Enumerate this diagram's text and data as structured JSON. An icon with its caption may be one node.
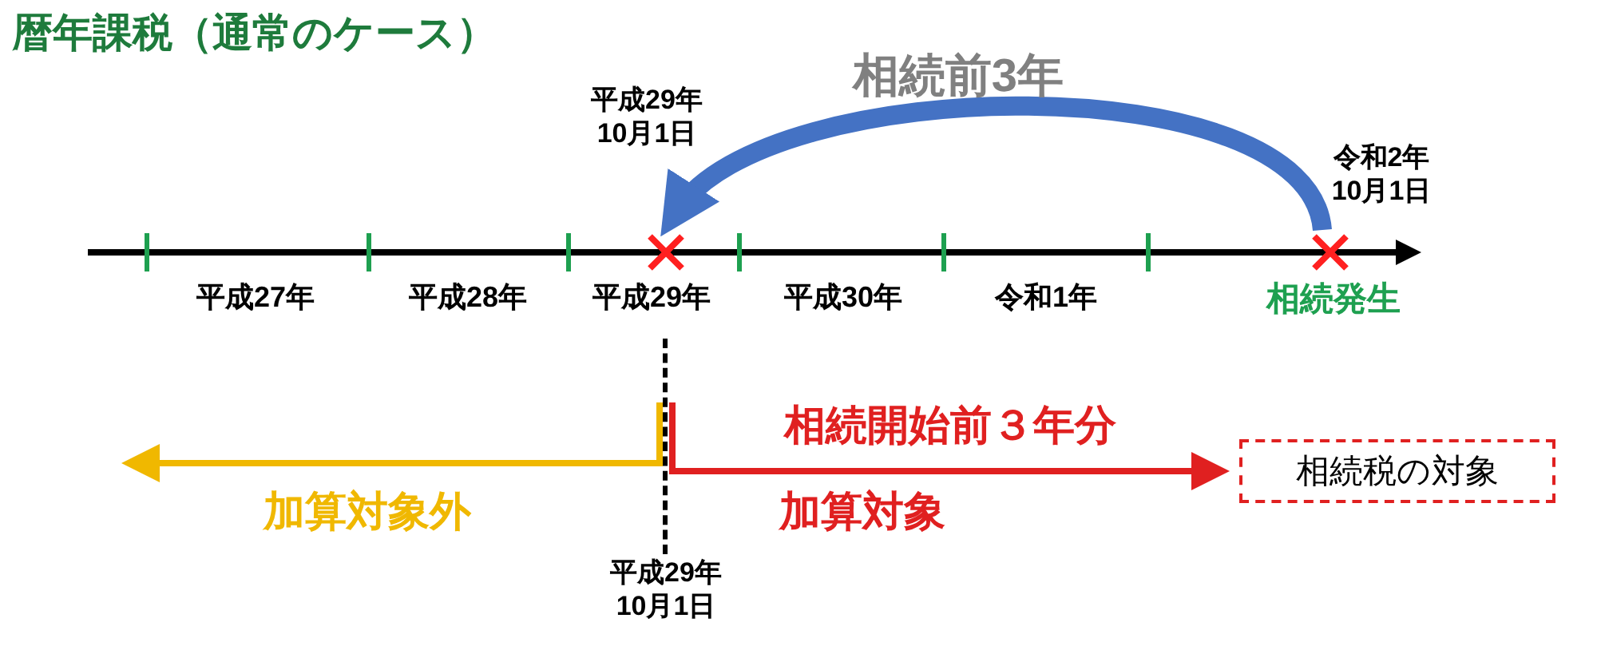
{
  "diagram": {
    "title": "暦年課税（通常のケース）",
    "nodes": [
      {
        "text": [],
        "shape": "cross",
        "beside": [
          "平成29年 10月1日"
        ]
      },
      {
        "text": [],
        "shape": "cross",
        "beside": [
          "令和2年 10月1日",
          "相続発生"
        ]
      },
      {
        "text": [],
        "shape": "line",
        "beside": [
          "平成29年 10月1日"
        ]
      },
      {
        "text": [
          "相続税の対象"
        ]
      }
    ],
    "edges": [
      {
        "from": 1,
        "to": 0,
        "arrow": "to",
        "label": "相続前3年",
        "style": "thick",
        "color": "#4472c4"
      },
      {
        "from": 2,
        "to": 3,
        "arrow": "to",
        "label": "相続開始前３年分",
        "color": "#e02020"
      },
      {
        "from": 2,
        "to": null,
        "arrow": "to",
        "label": "加算対象外",
        "color": "#f0b800"
      }
    ],
    "labels": [
      "平成27年",
      "平成28年",
      "平成29年",
      "平成30年",
      "令和1年",
      "加算対象"
    ]
  }
}
